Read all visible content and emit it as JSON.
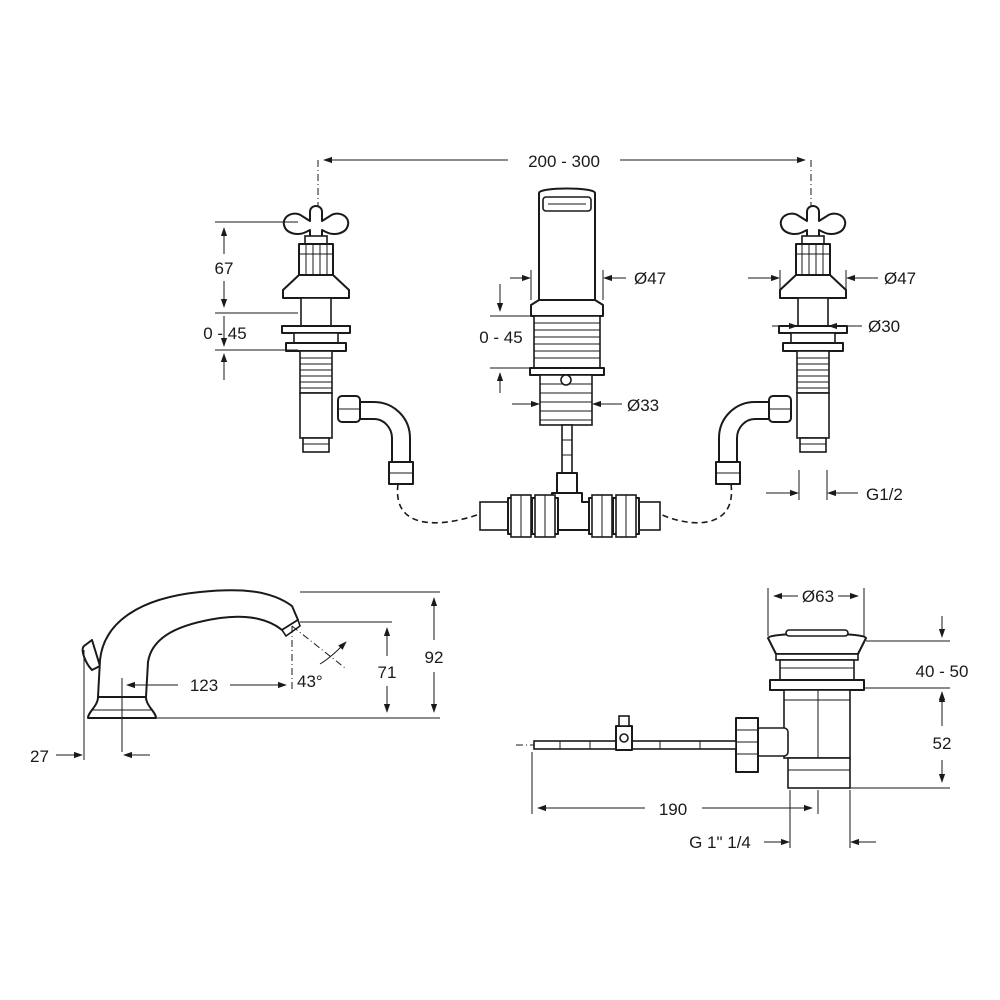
{
  "labels": {
    "overall_spacing": "200 - 300",
    "handle_height": "67",
    "deck_thickness_left": "0 - 45",
    "deck_thickness_center": "0 - 45",
    "spout_flange_dia": "Ø47",
    "handle_flange_dia": "Ø47",
    "shank_dia_right": "Ø30",
    "spout_shank_dia": "Ø33",
    "inlet_thread": "G1/2",
    "spout_reach": "123",
    "spout_angle": "43°",
    "spout_outlet_height": "71",
    "spout_total_height": "92",
    "base_offset": "27",
    "waste_flange_dia": "Ø63",
    "waste_deck_range": "40 - 50",
    "waste_body_height": "52",
    "waste_rod_length": "190",
    "waste_thread": "G 1\" 1/4"
  }
}
